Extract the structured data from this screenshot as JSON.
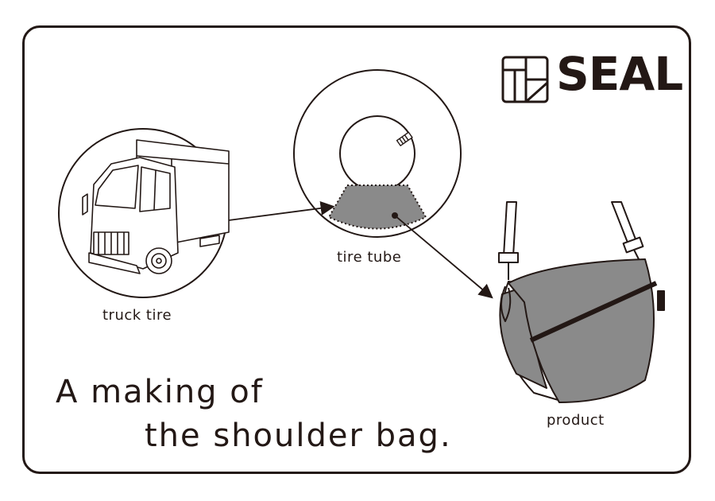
{
  "brand": {
    "name": "SEAL"
  },
  "labels": {
    "truck": "truck tire",
    "tube": "tire tube",
    "product": "product"
  },
  "headline": {
    "line1": "A making of",
    "line2": "the shoulder bag."
  },
  "colors": {
    "ink": "#231815",
    "rubber_gray": "#8a8a8a",
    "background": "#ffffff"
  },
  "icons": [
    "seal-logo-mark-icon",
    "truck-illustration",
    "tire-tube-illustration",
    "shoulder-bag-illustration"
  ]
}
